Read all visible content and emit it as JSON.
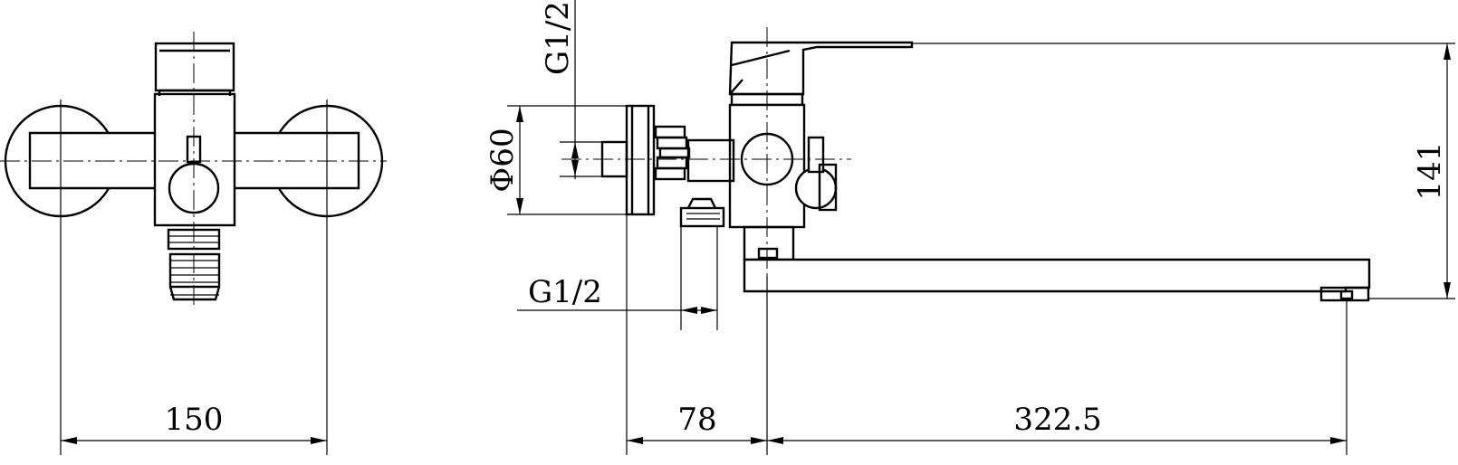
{
  "dimensions": {
    "width_label": "150",
    "inlet_offset_label": "78",
    "spout_reach_label": "322.5",
    "height_label": "141",
    "flange_diameter_label": "Φ60",
    "inlet_thread_label": "G1/2",
    "outlet_thread_label": "G1/2"
  },
  "colors": {
    "line": "#000000",
    "background": "#ffffff"
  }
}
